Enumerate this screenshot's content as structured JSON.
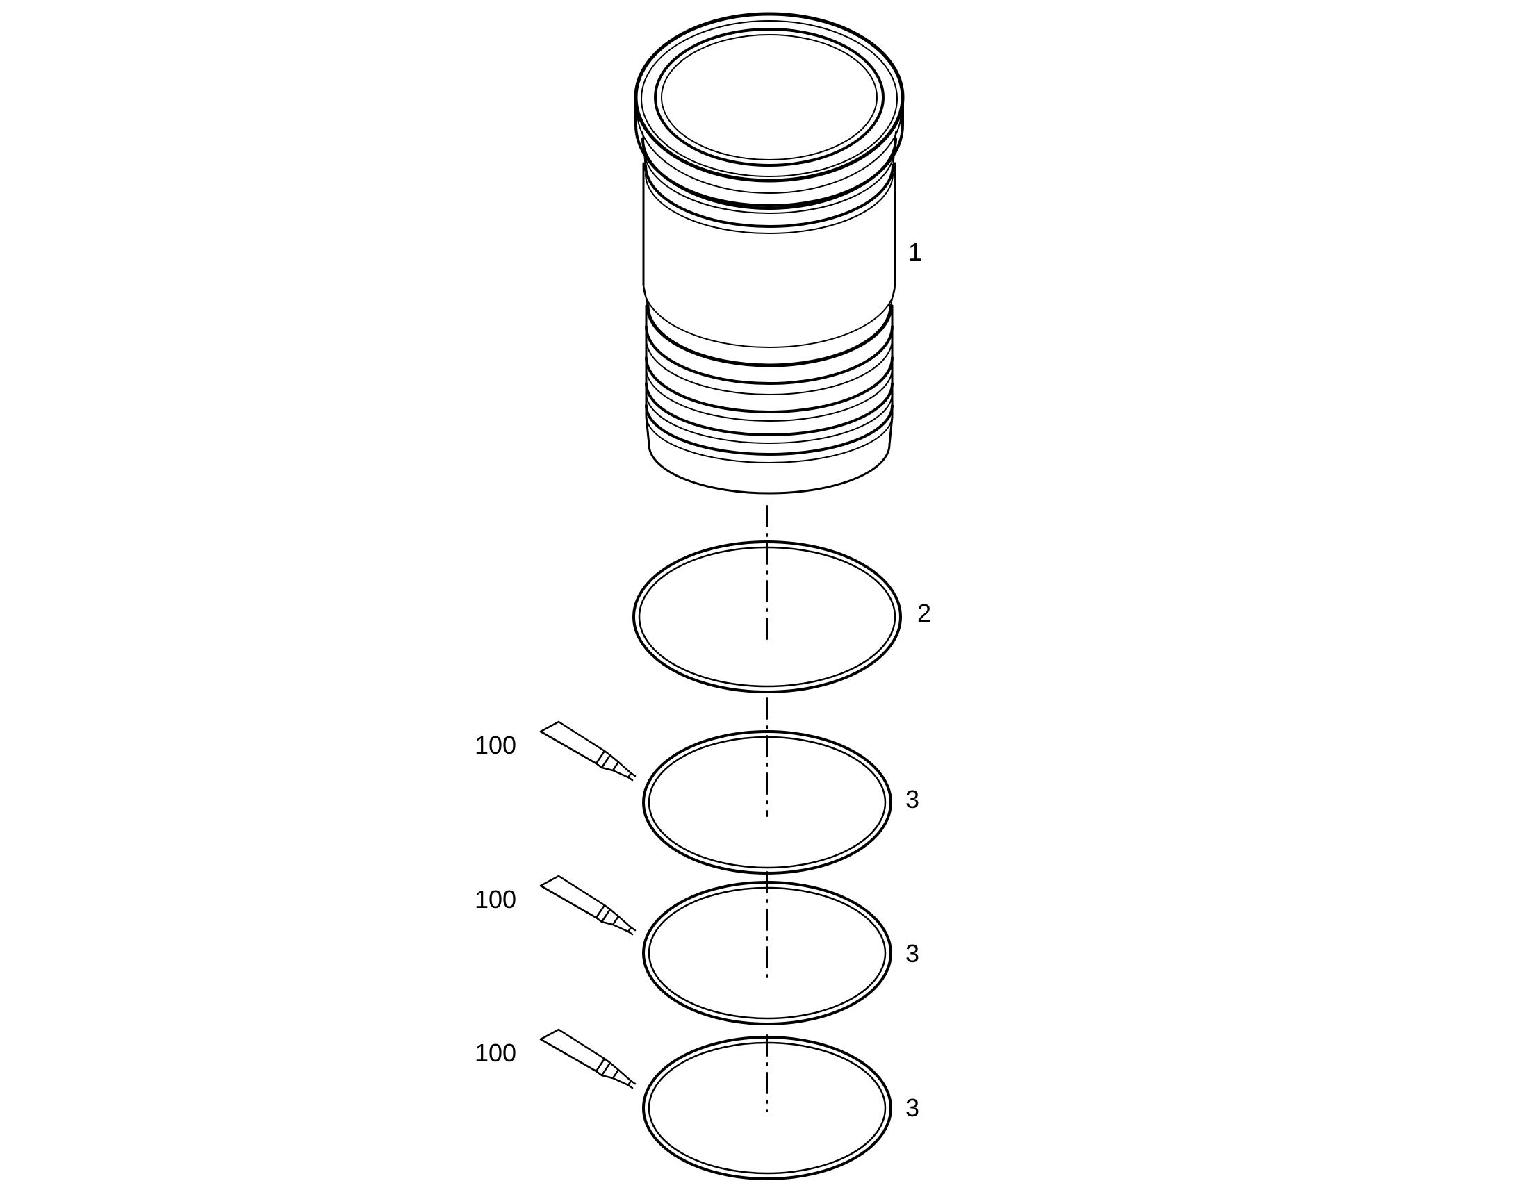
{
  "callouts": {
    "liner": "1",
    "ring_top": "2",
    "ring_a": "3",
    "ring_b": "3",
    "ring_c": "3",
    "sealant_a": "100",
    "sealant_b": "100",
    "sealant_c": "100"
  },
  "colors": {
    "line": "#000000",
    "background": "#ffffff"
  },
  "icons": [
    "sealant-tube-icon"
  ]
}
